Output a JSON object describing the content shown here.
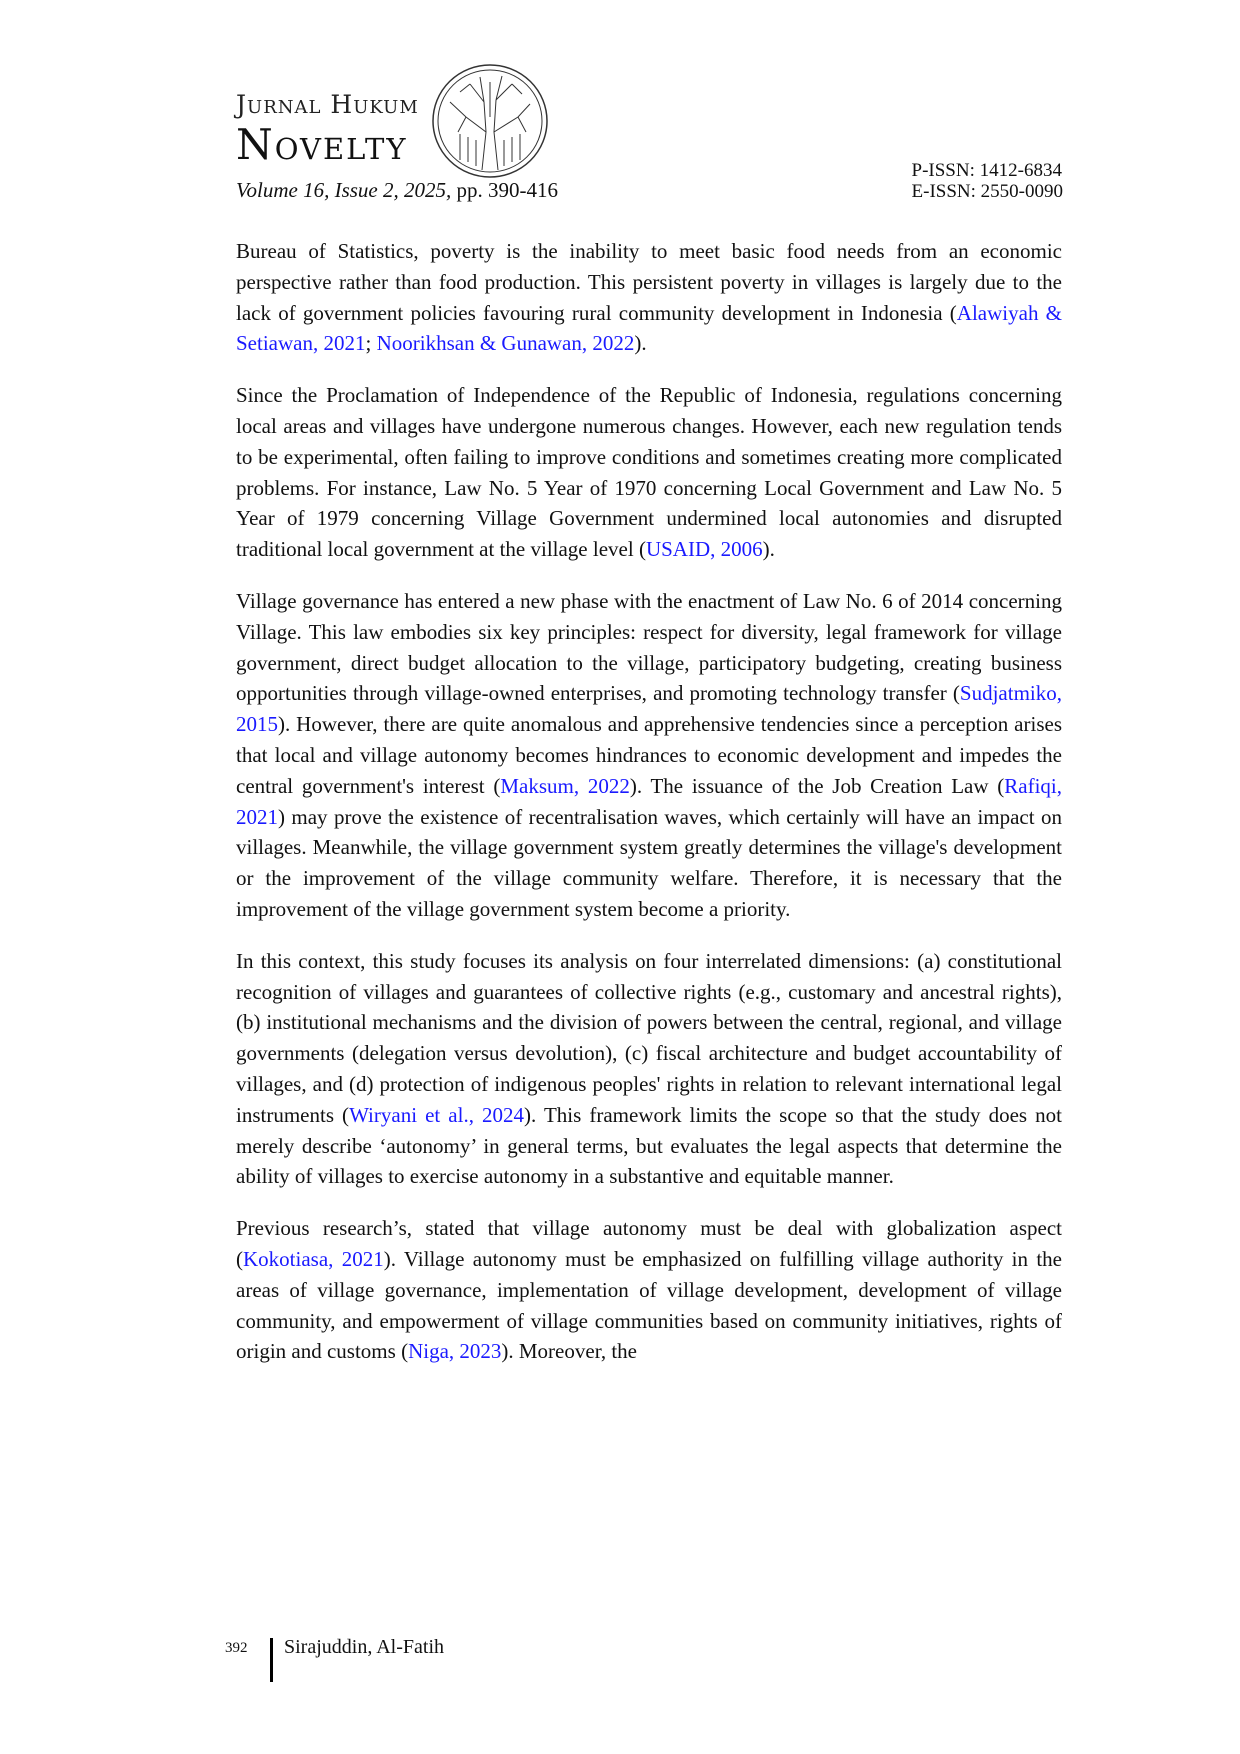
{
  "header": {
    "journal_line1": "Jurnal Hukum",
    "journal_line2": "Novelty",
    "volume_italic": "Volume 16, Issue 2, 2025,",
    "pages": " pp. 390-416",
    "p_issn": "P-ISSN: 1412-6834",
    "e_issn": "E-ISSN: 2550-0090",
    "logo_icon": "tree-in-oval-logo"
  },
  "paragraphs": [
    [
      {
        "t": "Bureau of Statistics, poverty is the inability to meet basic food needs from an economic perspective rather than food production. This persistent poverty in villages is largely due to the lack of government policies favouring rural community development in Indonesia ("
      },
      {
        "t": "Alawiyah & Setiawan, 2021",
        "link": true
      },
      {
        "t": "; "
      },
      {
        "t": "Noorikhsan & Gunawan, 2022",
        "link": true
      },
      {
        "t": ")."
      }
    ],
    [
      {
        "t": "Since the Proclamation of Independence of the Republic of Indonesia, regulations concerning local areas and villages have undergone numerous changes. However, each new regulation tends to be experimental, often failing to improve conditions and sometimes creating more complicated problems. For instance, Law No. 5 Year of 1970 concerning Local Government and Law No. 5 Year of 1979 concerning Village Government undermined local autonomies and disrupted traditional local government at the village level ("
      },
      {
        "t": "USAID, 2006",
        "link": true
      },
      {
        "t": ")."
      }
    ],
    [
      {
        "t": "Village governance has entered a new phase with the enactment of Law No. 6 of 2014 concerning Village. This law embodies six key principles: respect for diversity, legal framework for village government, direct budget allocation to the village, participatory budgeting, creating business opportunities through village-owned enterprises, and promoting technology transfer ("
      },
      {
        "t": "Sudjatmiko, 2015",
        "link": true
      },
      {
        "t": "). However, there are quite anomalous and apprehensive tendencies since a perception arises that local and village autonomy becomes hindrances to economic development and impedes the central government's interest ("
      },
      {
        "t": "Maksum, 2022",
        "link": true
      },
      {
        "t": "). The issuance of the Job Creation Law ("
      },
      {
        "t": "Rafiqi, 2021",
        "link": true
      },
      {
        "t": ") may prove the existence of recentralisation waves, which certainly will have an impact on villages. Meanwhile, the village government system greatly determines the village's development or the improvement of the village community welfare. Therefore, it is necessary that the improvement of the village government system become a priority."
      }
    ],
    [
      {
        "t": "In this context, this study focuses its analysis on four interrelated dimensions: (a) constitutional recognition of villages and guarantees of collective rights (e.g., customary and ancestral rights), (b) institutional mechanisms and the division of powers between the central, regional, and village governments (delegation versus devolution), (c) fiscal architecture and budget accountability of villages, and (d) protection of indigenous peoples' rights in relation to relevant international legal instruments ("
      },
      {
        "t": "Wiryani et al., 2024",
        "link": true
      },
      {
        "t": "). This framework limits the scope so that the study does not merely describe ‘autonomy’ in general terms, but evaluates the legal aspects that determine the ability of villages to exercise autonomy in a substantive and equitable manner."
      }
    ],
    [
      {
        "t": "Previous research’s, stated that village autonomy must be deal with globalization aspect ("
      },
      {
        "t": "Kokotiasa, 2021",
        "link": true
      },
      {
        "t": "). Village autonomy must be emphasized on fulfilling village authority in the areas of village governance, implementation of village development, development of village community, and empowerment of village communities based on community initiatives, rights of origin and customs ("
      },
      {
        "t": "Niga, 2023",
        "link": true
      },
      {
        "t": "). Moreover, the"
      }
    ]
  ],
  "footer": {
    "page_number": "392",
    "authors": "Sirajuddin, Al-Fatih"
  }
}
